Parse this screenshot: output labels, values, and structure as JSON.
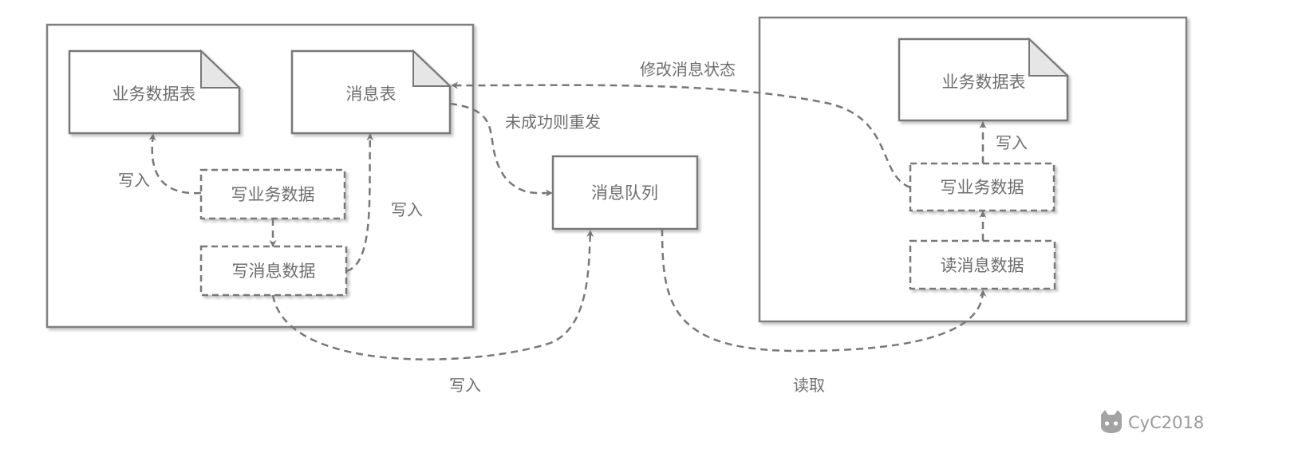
{
  "nodes": {
    "left_business_table": "业务数据表",
    "left_message_table": "消息表",
    "write_business_data_left": "写业务数据",
    "write_message_data": "写消息数据",
    "message_queue": "消息队列",
    "right_business_table": "业务数据表",
    "write_business_data_right": "写业务数据",
    "read_message_data": "读消息数据"
  },
  "edges": {
    "write_left_business": "写入",
    "write_left_message": "写入",
    "write_to_queue": "写入",
    "read_from_queue": "读取",
    "update_message_status": "修改消息状态",
    "resend_on_failure": "未成功则重发",
    "write_right_business": "写入"
  },
  "watermark": {
    "text": "CyC2018",
    "icon": "github-cat-icon"
  },
  "colors": {
    "stroke": "#787878",
    "text": "#6e6e6e",
    "fold": "#e6e6e6"
  }
}
